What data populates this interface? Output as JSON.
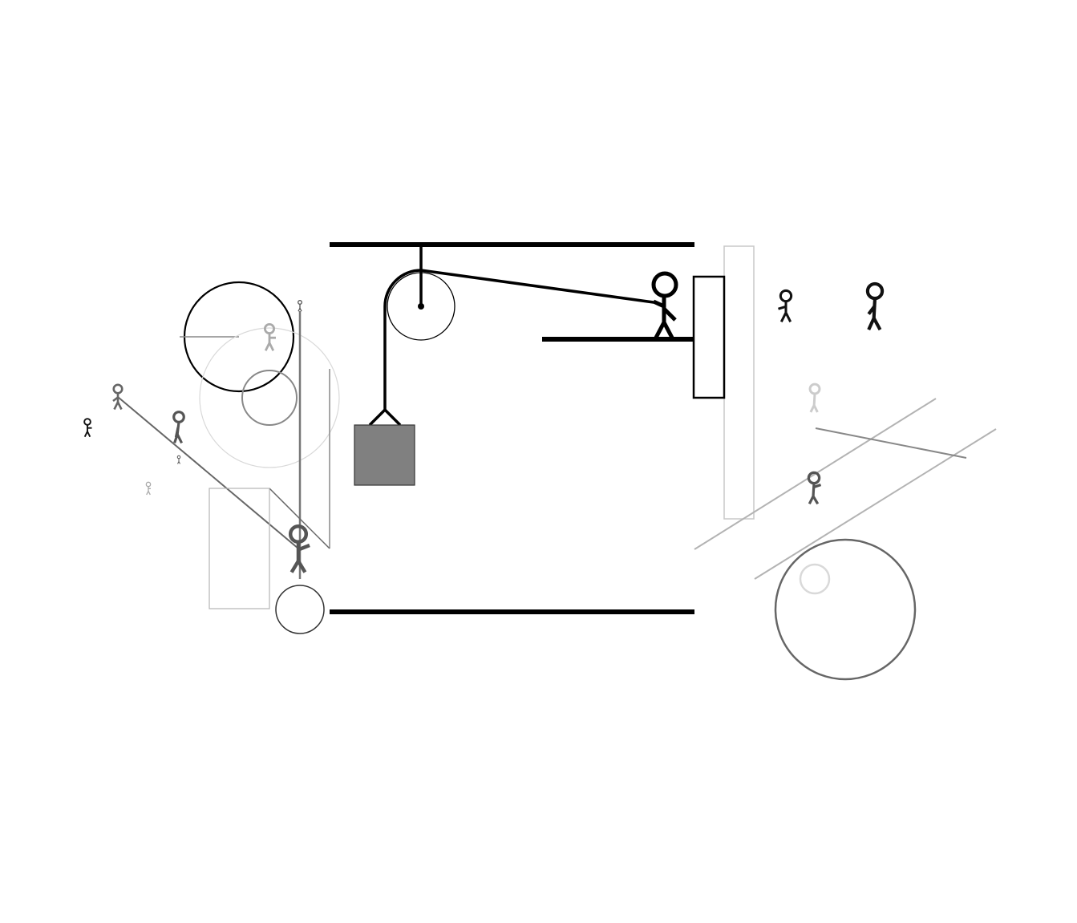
{
  "diagram": {
    "description": "pulley",
    "colors": {
      "main": "#000000",
      "block_fill": "#808080",
      "gray_dark": "#555555",
      "gray_mid": "#777777",
      "gray_light": "#b3b3b3",
      "gray_faint": "#d9d9d9"
    },
    "components": [
      "ceiling",
      "floor",
      "pulley",
      "hanging-block",
      "person-pulling",
      "ledge",
      "wall-block"
    ]
  }
}
